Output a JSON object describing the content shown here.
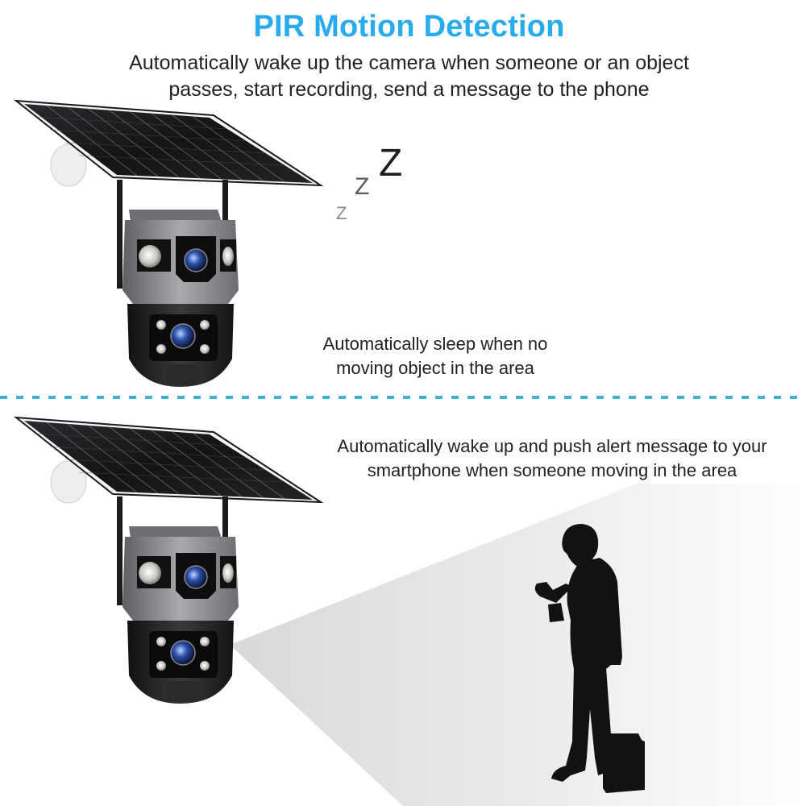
{
  "header": {
    "title": "PIR Motion Detection",
    "subtitle_line1": "Automatically wake up the camera when someone or an object",
    "subtitle_line2": "passes, start recording, send a message to the phone"
  },
  "sleep_panel": {
    "caption_line1": "Automatically sleep when no",
    "caption_line2": "moving object in the area",
    "zzz": [
      "Z",
      "Z",
      "Z"
    ]
  },
  "wake_panel": {
    "caption_line1": "Automatically wake up and push alert message to your",
    "caption_line2": "smartphone when someone moving in the area"
  },
  "colors": {
    "title_blue": "#29abef",
    "divider_blue": "#3fb1d8",
    "text": "#222222",
    "silhouette": "#111111"
  },
  "icons": {
    "device": "solar-panel-dual-lens-camera",
    "sleep": "zzz-sleep-icon",
    "person": "person-silhouette-with-briefcase",
    "beam": "detection-beam"
  }
}
